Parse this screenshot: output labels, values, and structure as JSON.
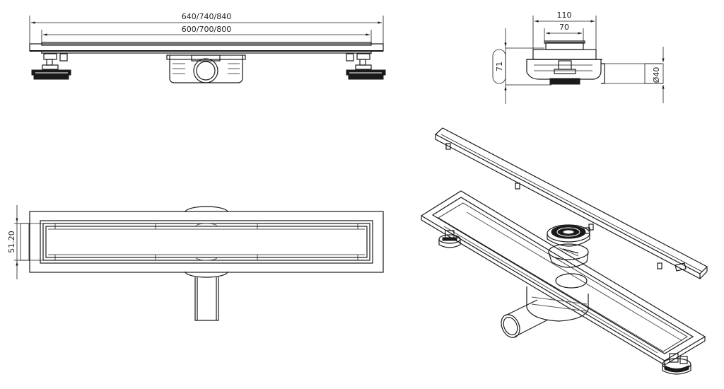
{
  "dimensions": {
    "outer_length": "640/740/840",
    "inner_length": "600/700/800",
    "width_outer": "110",
    "width_inner": "70",
    "height": "71",
    "outlet_diameter": "Ø40",
    "grate_height": "51.20"
  },
  "colors": {
    "line": "#1a1a1a",
    "background": "#ffffff"
  }
}
